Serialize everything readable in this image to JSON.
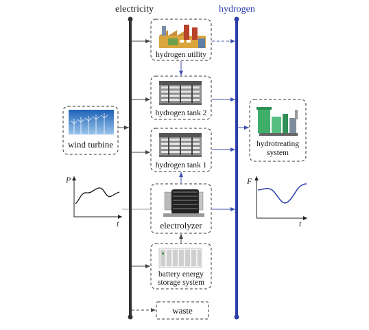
{
  "buses": {
    "electricity": {
      "label": "electricity",
      "color": "#333333"
    },
    "hydrogen": {
      "label": "hydrogen",
      "color": "#2c3ea8"
    }
  },
  "components": {
    "hydrogen_utility": {
      "label": "hydrogen utility",
      "icon": "factory-icon"
    },
    "hydrogen_tank_2": {
      "label": "hydrogen tank 2",
      "icon": "gas-tank-rack-icon"
    },
    "hydrogen_tank_1": {
      "label": "hydrogen tank 1",
      "icon": "gas-tank-rack-icon"
    },
    "electrolyzer": {
      "label": "electrolyzer",
      "icon": "electrolyzer-icon"
    },
    "battery": {
      "label_line1": "battery energy",
      "label_line2": "storage system",
      "icon": "battery-cabinet-icon"
    },
    "waste": {
      "label": "waste"
    },
    "wind_turbine": {
      "label": "wind turbine",
      "icon": "wind-farm-icon"
    },
    "hydrotreating": {
      "label_line1": "hydrotreating",
      "label_line2": "system",
      "icon": "refinery-icon"
    }
  },
  "plots": {
    "power": {
      "y_label": "P",
      "x_label": "t",
      "color": "#111111"
    },
    "hydrogen_flow": {
      "y_label": "F",
      "x_label": "t",
      "color": "#2c3ea8"
    }
  }
}
